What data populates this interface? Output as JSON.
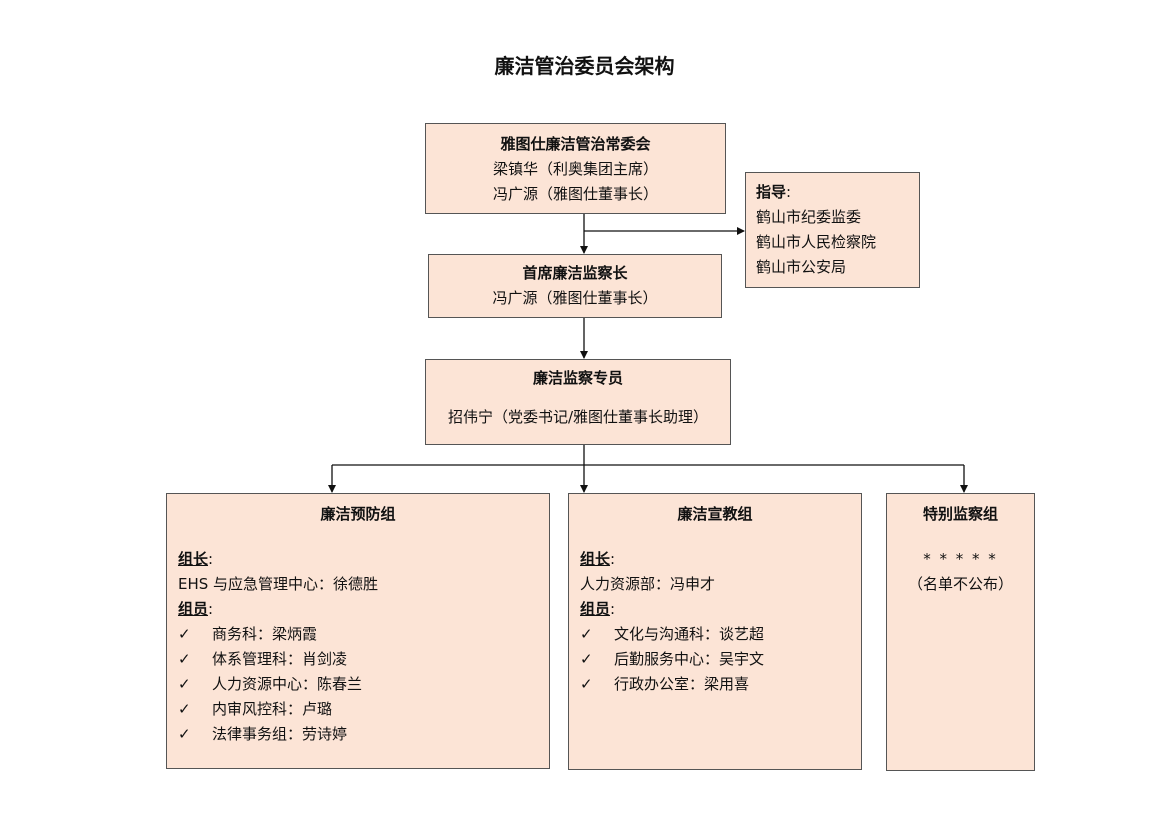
{
  "title": "廉洁管治委员会架构",
  "standing_committee": {
    "title": "雅图仕廉洁管治常委会",
    "members": [
      "梁镇华（利奥集团主席）",
      "冯广源（雅图仕董事长）"
    ]
  },
  "guidance": {
    "label": "指导",
    "colon": ":",
    "items": [
      "鹤山市纪委监委",
      "鹤山市人民检察院",
      "鹤山市公安局"
    ]
  },
  "chief_inspector": {
    "title": "首席廉洁监察长",
    "member": "冯广源（雅图仕董事长）"
  },
  "specialist": {
    "title": "廉洁监察专员",
    "member": "招伟宁（党委书记/雅图仕董事长助理）"
  },
  "prevention_group": {
    "title": "廉洁预防组",
    "leader_label": "组长",
    "leader": "EHS 与应急管理中心：徐德胜",
    "members_label": "组员",
    "members": [
      "商务科：梁炳霞",
      "体系管理科：肖剑凌",
      "人力资源中心：陈春兰",
      "内审风控科：卢璐",
      "法律事务组：劳诗婷"
    ]
  },
  "education_group": {
    "title": "廉洁宣教组",
    "leader_label": "组长",
    "leader": "人力资源部：冯申才",
    "members_label": "组员",
    "members": [
      "文化与沟通科：谈艺超",
      "后勤服务中心：吴宇文",
      "行政办公室：梁用喜"
    ]
  },
  "special_group": {
    "title": "特别监察组",
    "stars": "* * * * *",
    "note": "（名单不公布）"
  },
  "symbols": {
    "check": "✓",
    "colon": ":"
  },
  "colors": {
    "box_fill": "#fce4d6",
    "border": "#555555"
  }
}
